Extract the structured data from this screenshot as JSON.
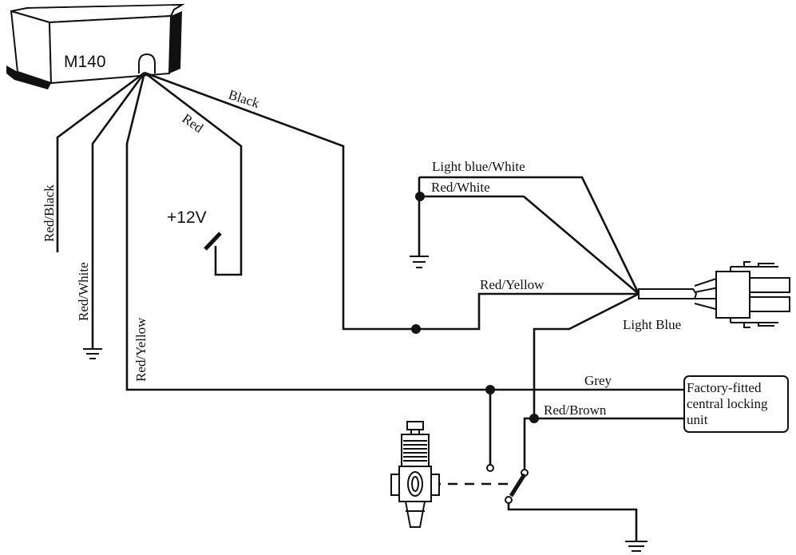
{
  "module": {
    "label": "M140"
  },
  "supply": {
    "label": "+12V"
  },
  "wires": {
    "black": "Black",
    "red": "Red",
    "red_black": "Red/Black",
    "red_white": "Red/White",
    "red_yellow": "Red/Yellow",
    "light_blue_white": "Light blue/White",
    "red_white_2": "Red/White",
    "red_yellow_2": "Red/Yellow",
    "light_blue": "Light Blue",
    "grey": "Grey",
    "red_brown": "Red/Brown"
  },
  "central_locking": {
    "line1": "Factory-fitted",
    "line2": "central locking",
    "line3": "unit"
  }
}
